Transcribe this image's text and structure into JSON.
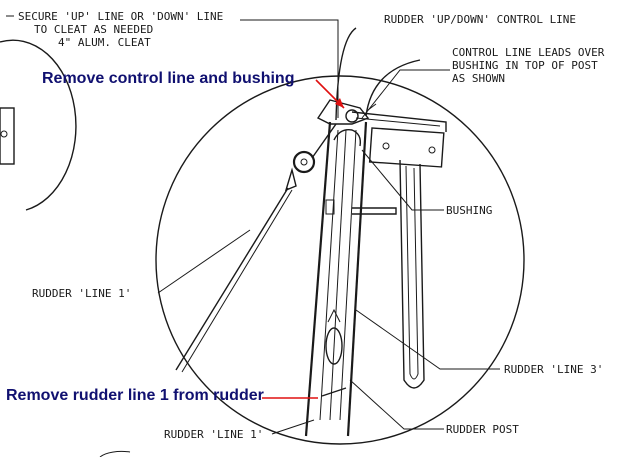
{
  "labels": {
    "secure_line_1": "SECURE 'UP' LINE OR 'DOWN' LINE",
    "secure_line_2": "TO CLEAT AS NEEDED",
    "secure_line_3": "4\" ALUM. CLEAT",
    "rudder_control_line": "RUDDER 'UP/DOWN' CONTROL LINE",
    "control_leads_1": "CONTROL LINE LEADS OVER",
    "control_leads_2": "BUSHING IN TOP OF POST",
    "control_leads_3": "AS SHOWN",
    "bushing": "BUSHING",
    "rudder_line_1_left": "RUDDER 'LINE 1'",
    "rudder_line_3": "RUDDER 'LINE 3'",
    "rudder_line_1_bottom": "RUDDER 'LINE 1'",
    "rudder_post": "RUDDER POST"
  },
  "annotations": {
    "remove_control_line": "Remove control line and bushing",
    "remove_rudder_line": "Remove rudder line 1 from rudder"
  },
  "colors": {
    "annotation_text": "#101070",
    "annotation_arrow": "#e01010",
    "drawing": "#1a1a1a"
  }
}
